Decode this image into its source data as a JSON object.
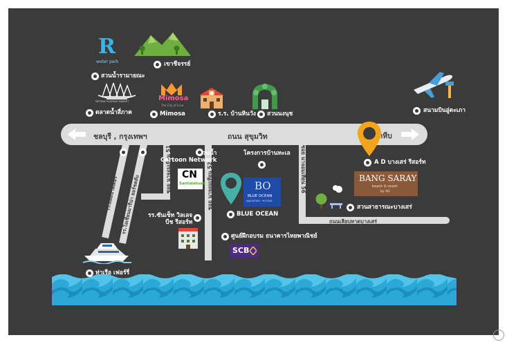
{
  "colors": {
    "background": "#3b3b3b",
    "road": "#dcdcdc",
    "pin_orange": "#f2a51a",
    "pin_teal": "#46b0a6",
    "sea": "#2aa8d6",
    "label": "#ffffff"
  },
  "main_road": {
    "name": "ถนน สุขุมวิท",
    "left_dest": "ชลบุรี , กรุงเทพฯ",
    "right_dest": "สัตหีบ"
  },
  "roads": {
    "soi51": "ซอย นาจอมเทียน 51",
    "soi52": "ซอย นาจอมเทียน 52",
    "soi56": "ซอย นาจอมเทียน 56",
    "beach_road": "ถนนเลียบหาดบางเสร่",
    "left_road_1": "รร.แอมบาสเดอร์",
    "left_road_2": "รร.โอเชี่ยนมารีน่า ยอร์ชคลับ"
  },
  "places": {
    "ramayana": "สวนน้ำรามายณะ",
    "khao_chi_chan": "เขาชีจรรย์",
    "floating_market": "ตลาดน้ำสี่ภาค",
    "mimosa": "Mimosa",
    "school": "ร.ร. บ้านหินวัง",
    "nong_nooch": "สวนนงนุช",
    "airport": "สนามบินอู่ตะเภา",
    "cartoon_network": "สวนน้ำ\nCartoon Network",
    "ban_takhian": "โครงการบ้านทะเล",
    "ad_resort": "A D บางเสร่ รีสอร์ท",
    "blue_ocean": "BLUE OCEAN",
    "public_park": "สวนสาธารณะบางเสร่",
    "sun_shine": "รร.ซันเช็ท วิลเลจ\nบีช รีสอร์ท",
    "scb_training": "ศูนย์ฝึกอบรม ธนาคารไทยพาณิชย์",
    "ferry_pier": "ท่าเรือ เฟอร์รี่"
  },
  "logos": {
    "ramayana_letter": "R",
    "ramayana_sub": "water park",
    "mimosa_text": "Mimosa",
    "mimosa_sub": "The City of Love",
    "floating_text": "PATTAYA FLOATING MARKET",
    "cn_text": "CN",
    "cn_sub": "Santalatuan",
    "bo_mono": "BO",
    "bo_name": "BLUE OCEAN",
    "bo_sub": "NAJOMTIEN · PATTAYA",
    "bang_saray": "BANG SARAY",
    "bang_saray_sub": "beach & resort",
    "bang_saray_by": "by AD",
    "scb": "SCB"
  }
}
